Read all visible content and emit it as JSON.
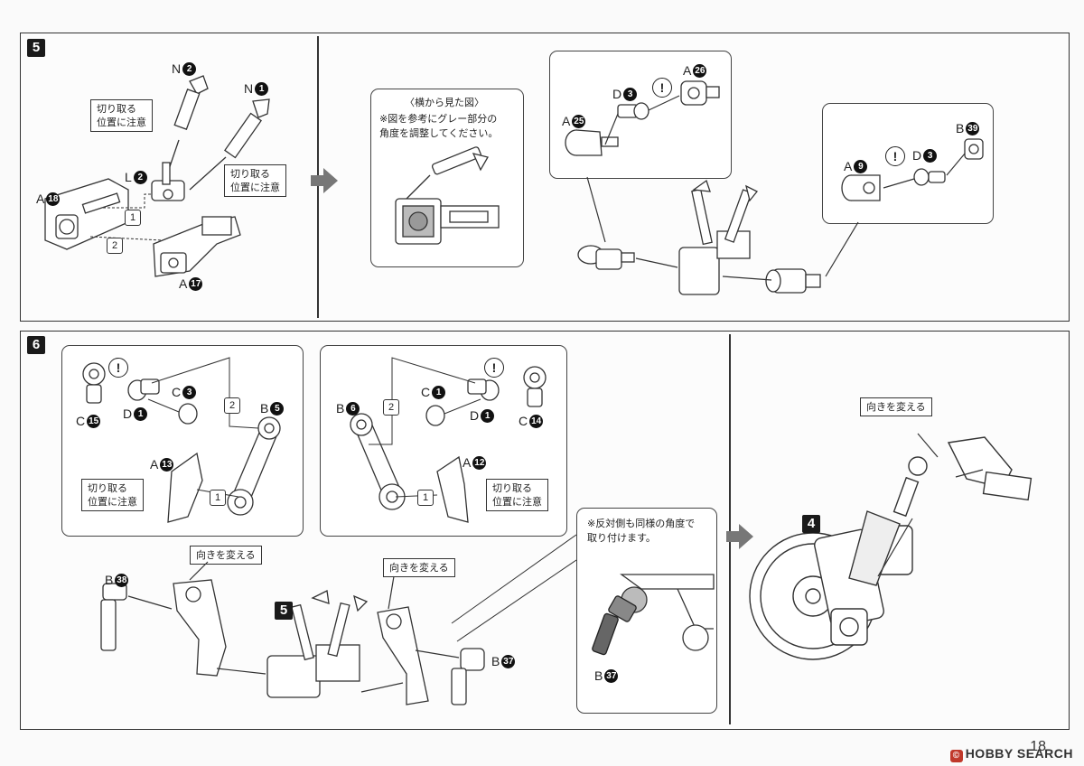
{
  "step5": {
    "step_number": "5",
    "callout_cut": "切り取る\n位置に注意",
    "callout_cut2": "切り取る\n位置に注意",
    "side_view_title": "〈横から見た図〉",
    "side_view_text": "※図を参考にグレー部分の\n角度を調整してください。",
    "labels": {
      "n2_letter": "N",
      "n2_num": "2",
      "n1_letter": "N",
      "n1_num": "1",
      "l2_letter": "L",
      "l2_num": "2",
      "a18_letter": "A",
      "a18_num": "18",
      "a17_letter": "A",
      "a17_num": "17",
      "a26_letter": "A",
      "a26_num": "26",
      "d3_letter": "D",
      "d3_num": "3",
      "a25_letter": "A",
      "a25_num": "25",
      "b39_letter": "B",
      "b39_num": "39",
      "a9_letter": "A",
      "a9_num": "9",
      "d3b_letter": "D",
      "d3b_num": "3"
    },
    "seq1": "1",
    "seq2": "2"
  },
  "step6": {
    "step_number": "6",
    "callout_cut_left": "切り取る\n位置に注意",
    "callout_cut_right": "切り取る\n位置に注意",
    "change_direction_1": "向きを変える",
    "change_direction_2": "向きを変える",
    "change_direction_3": "向きを変える",
    "opposite_note": "※反対側も同様の角度で\n取り付けます。",
    "sub_step5": "5",
    "sub_step4": "4",
    "labels": {
      "c15_letter": "C",
      "c15_num": "15",
      "d1_letter": "D",
      "d1_num": "1",
      "c3_letter": "C",
      "c3_num": "3",
      "b5_letter": "B",
      "b5_num": "5",
      "a13_letter": "A",
      "a13_num": "13",
      "b6_letter": "B",
      "b6_num": "6",
      "c1_letter": "C",
      "c1_num": "1",
      "d1b_letter": "D",
      "d1b_num": "1",
      "c14_letter": "C",
      "c14_num": "14",
      "a12_letter": "A",
      "a12_num": "12",
      "b38_letter": "B",
      "b38_num": "38",
      "b37_letter": "B",
      "b37_num": "37",
      "b37b_letter": "B",
      "b37b_num": "37"
    },
    "seq1": "1",
    "seq2": "2"
  },
  "page_number": "18",
  "watermark": "HOBBY SEARCH",
  "watermark_badge": "©"
}
